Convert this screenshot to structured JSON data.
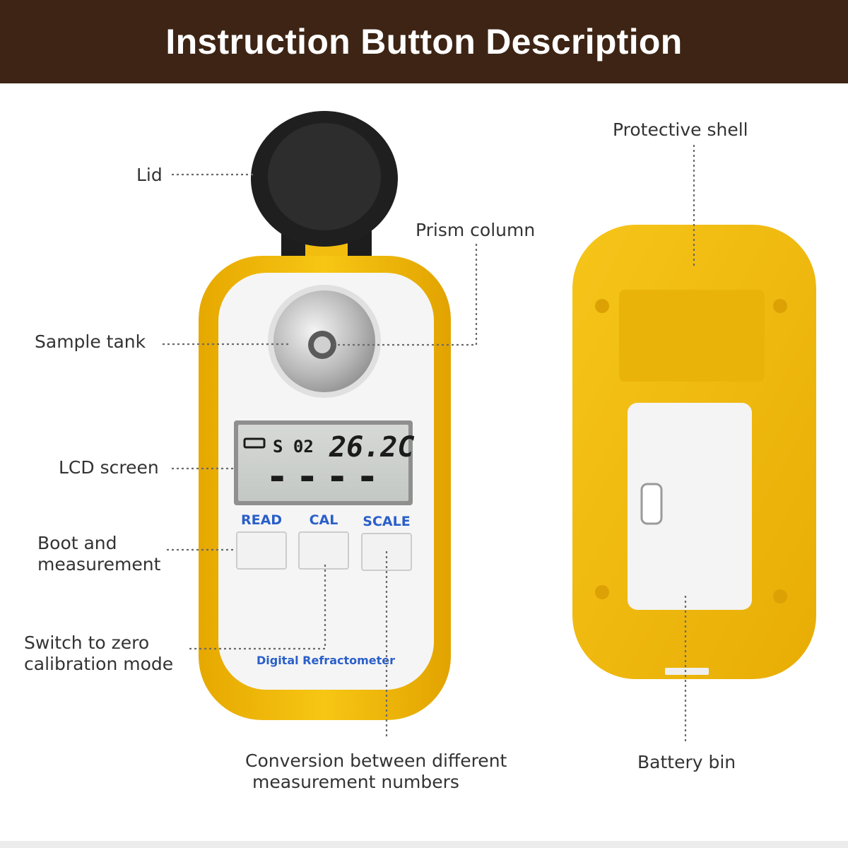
{
  "header": {
    "title": "Instruction Button Description"
  },
  "device": {
    "buttons": {
      "read": "READ",
      "cal": "CAL",
      "scale": "SCALE"
    },
    "brand": "Digital Refractometer",
    "lcd": {
      "mode": "S 02",
      "temperature": "26.2C",
      "reading": "----"
    }
  },
  "callouts": {
    "lid": "Lid",
    "sample_tank": "Sample tank",
    "prism_column": "Prism column",
    "lcd_screen": "LCD screen",
    "boot_line1": "Boot and",
    "boot_line2": "measurement",
    "zero_line1": "Switch to zero",
    "zero_line2": "calibration mode",
    "conv_line1": "Conversion between different",
    "conv_line2": "measurement numbers",
    "protective_shell": "Protective shell",
    "battery_bin": "Battery bin"
  },
  "colors": {
    "header_bg": "#3d2414",
    "shell_yellow": "#f2bd0f",
    "button_text_blue": "#2a5fc9",
    "lid_black": "#1f1f1f"
  }
}
